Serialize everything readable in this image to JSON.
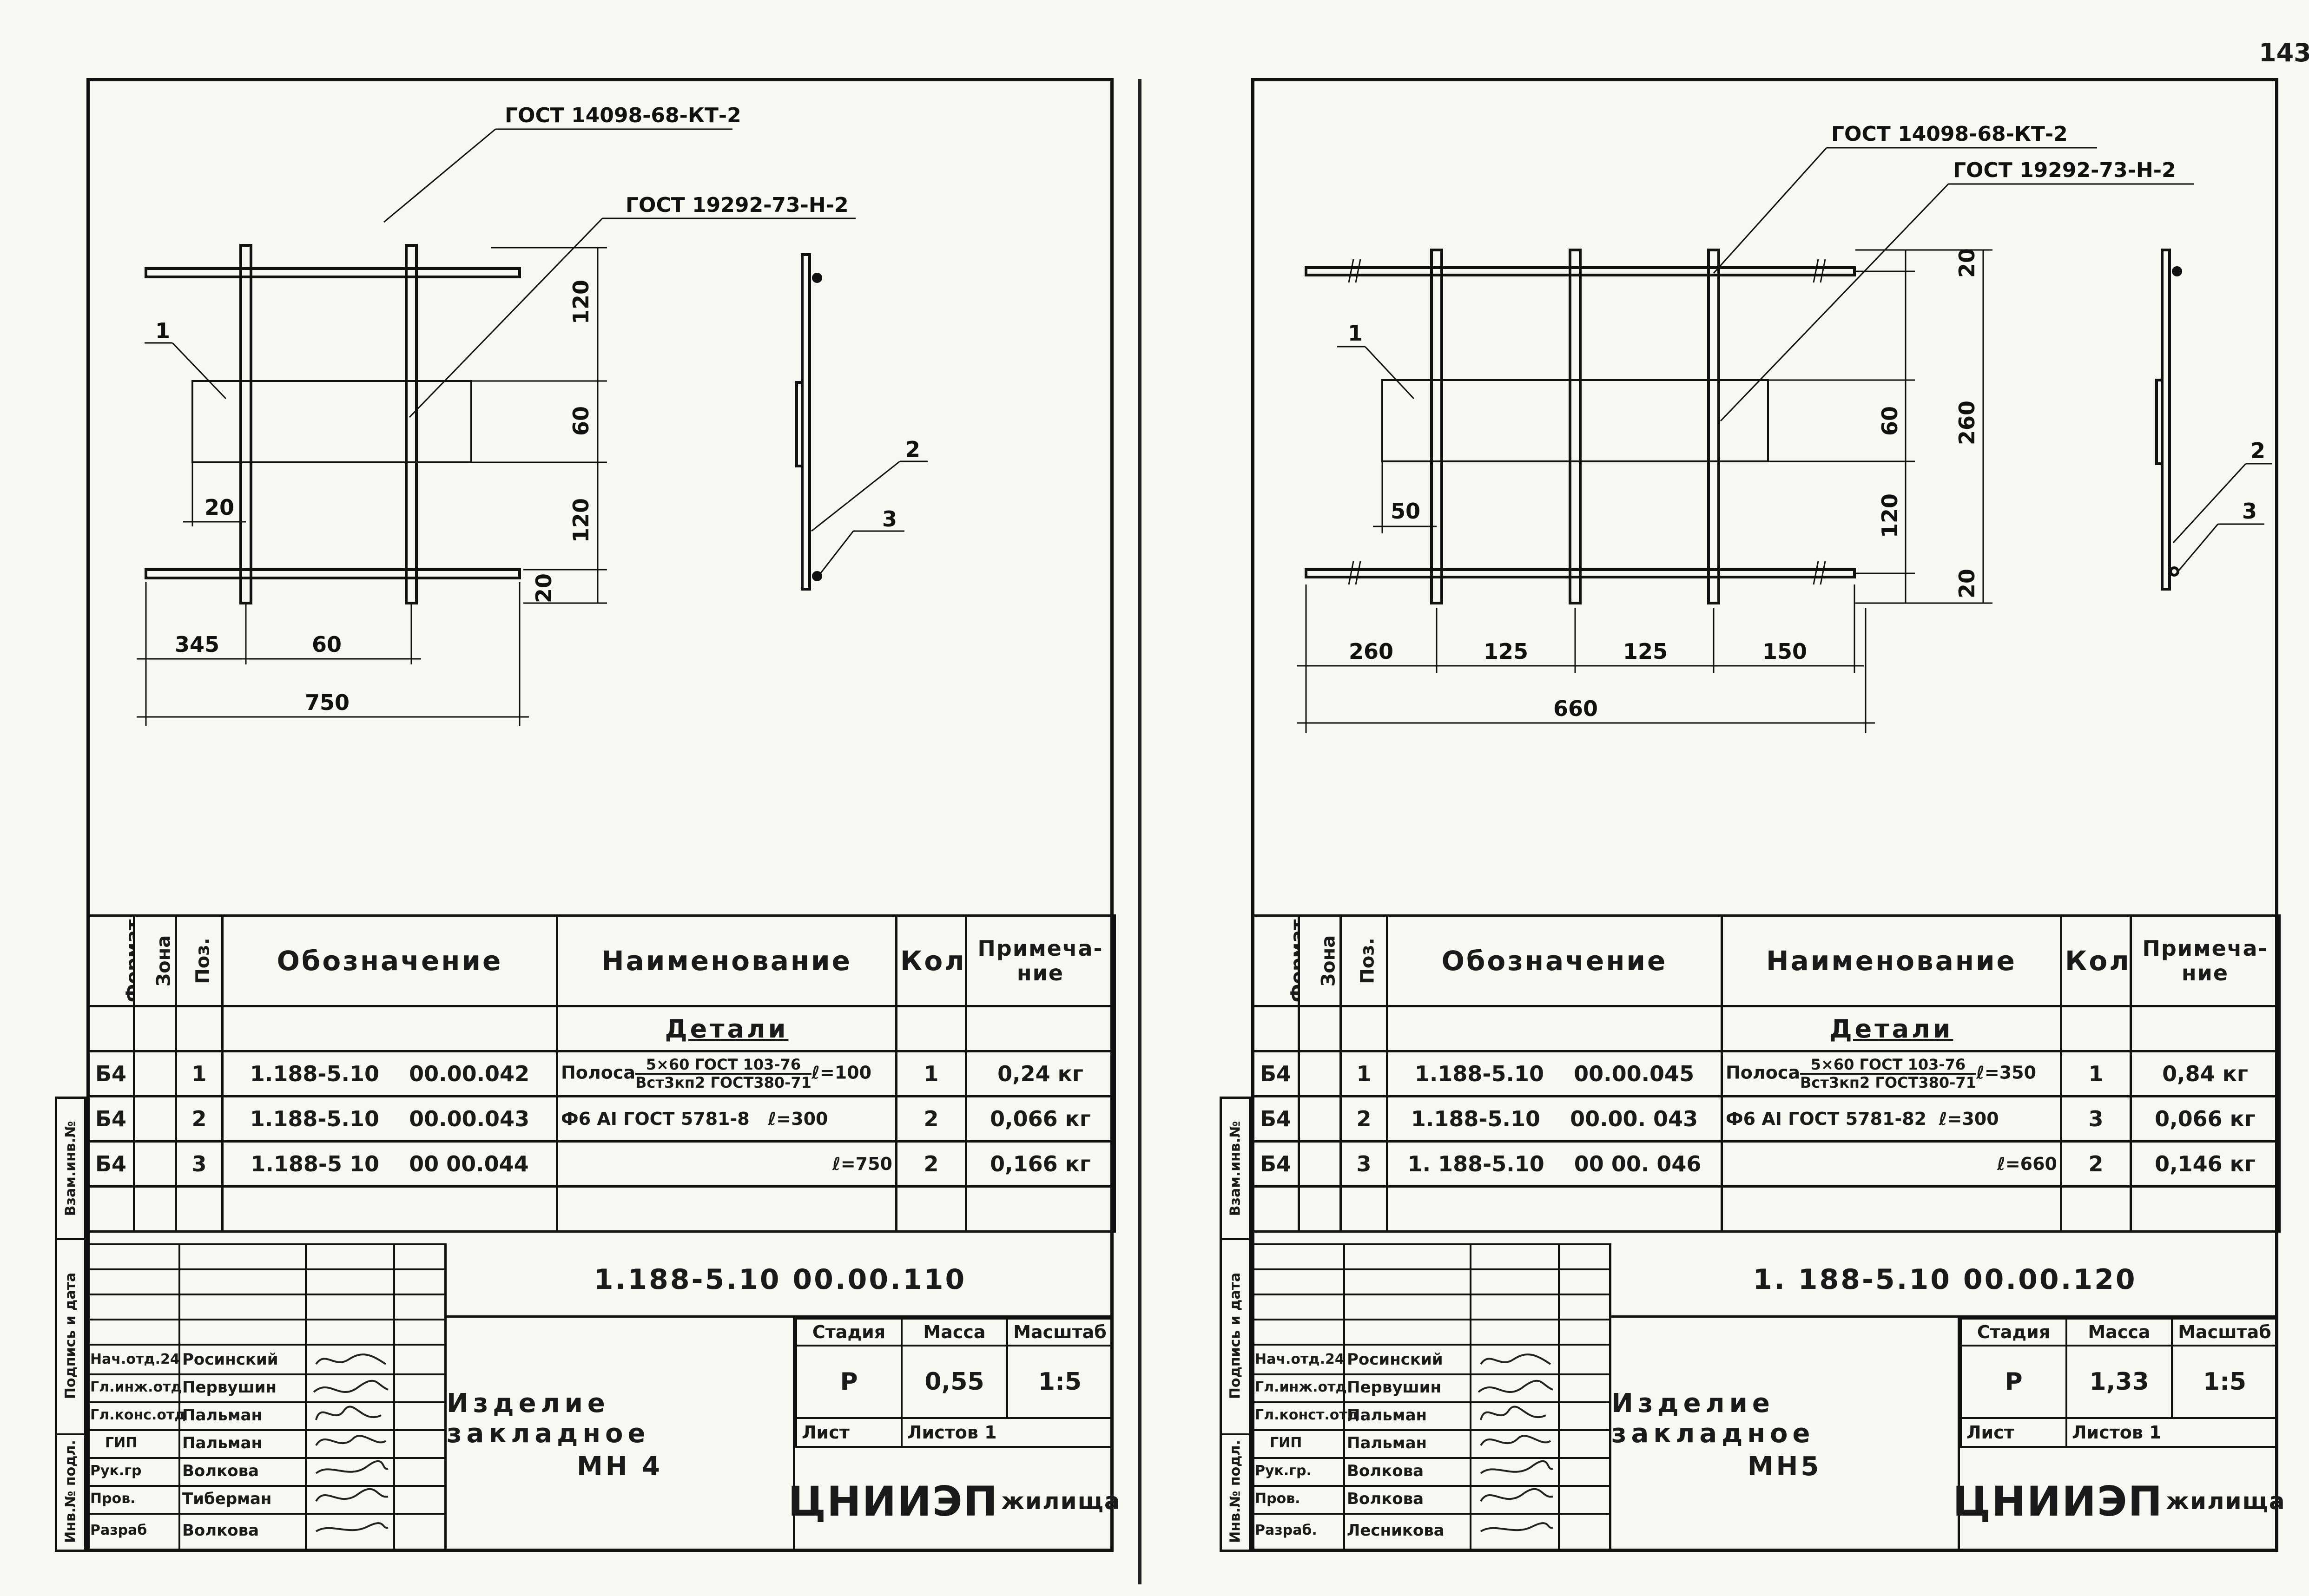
{
  "page_number": "143",
  "sheets": [
    {
      "id": "left",
      "leaders": [
        "ГОСТ 14098-68-КТ-2",
        "ГОСТ 19292-73-Н-2"
      ],
      "positions": [
        "1",
        "2",
        "3"
      ],
      "dims": {
        "v_top": "120",
        "v_mid": "60",
        "v_bot": "120",
        "v_end": "20",
        "inner": "20",
        "h1": "345",
        "h2": "60",
        "total": "750"
      },
      "spec_header": {
        "format": "Формат",
        "zone": "Зона",
        "pos": "Поз.",
        "designation": "Обозначение",
        "name": "Наименование",
        "qty": "Кол.",
        "note": "Примеча-ние"
      },
      "group_label": "Детали",
      "rows": [
        {
          "format": "Б4",
          "pos": "1",
          "code": "1.188-5.10",
          "code2": "00.00.042",
          "name_prefix": "Полоса",
          "frac_top": "5×60 ГОСТ 103-76",
          "frac_bot": "Вст3кп2 ГОСТ380-71",
          "name_suffix": "ℓ=100",
          "qty": "1",
          "note": "0,24 кг"
        },
        {
          "format": "Б4",
          "pos": "2",
          "code": "1.188-5.10",
          "code2": "00.00.043",
          "name_prefix": "Ф6 АI ГОСТ 5781-8",
          "frac_top": "",
          "frac_bot": "",
          "name_suffix": "ℓ=300",
          "qty": "2",
          "note": "0,066 кг"
        },
        {
          "format": "Б4",
          "pos": "3",
          "code": "1.188-5 10",
          "code2": "00 00.044",
          "name_prefix": "",
          "frac_top": "",
          "frac_bot": "",
          "name_suffix": "ℓ=750",
          "qty": "2",
          "note": "0,166 кг"
        }
      ],
      "doc_code": "1.188-5.10    00.00.110",
      "title_l1": "Изделие закладное",
      "title_l2": "МН 4",
      "stage_header": [
        "Стадия",
        "Масса",
        "Масштаб"
      ],
      "stage_values": [
        "Р",
        "0,55",
        "1:5"
      ],
      "sheet_label": "Лист",
      "sheets_label": "Листов 1",
      "org_big": "ЦНИИЭП",
      "org_small": "жилища",
      "signers": [
        {
          "role": "Нач.отд.24",
          "name": "Росинский"
        },
        {
          "role": "Гл.инж.отд",
          "name": "Первушин"
        },
        {
          "role": "Гл.конс.отд",
          "name": "Пальман"
        },
        {
          "role": "ГИП",
          "name": "Пальман"
        },
        {
          "role": "Рук.гр",
          "name": "Волкова"
        },
        {
          "role": "Пров.",
          "name": "Тиберман"
        },
        {
          "role": "Разраб",
          "name": "Волкова"
        }
      ],
      "side_labels": [
        "Инв.№ подл.",
        "Подпись и дата",
        "Взам.инв.№"
      ]
    },
    {
      "id": "right",
      "leaders": [
        "ГОСТ 14098-68-КТ-2",
        "ГОСТ 19292-73-Н-2"
      ],
      "positions": [
        "1",
        "2",
        "3"
      ],
      "dims": {
        "v_top": "20",
        "v_mid": "60",
        "v_bot": "120",
        "v_end": "20",
        "v_total": "260",
        "inner": "50",
        "h1": "260",
        "h2": "125",
        "h3": "125",
        "h4": "150",
        "total": "660"
      },
      "spec_header": {
        "format": "Формат",
        "zone": "Зона",
        "pos": "Поз.",
        "designation": "Обозначение",
        "name": "Наименование",
        "qty": "Кол.",
        "note": "Примеча-ние"
      },
      "group_label": "Детали",
      "rows": [
        {
          "format": "Б4",
          "pos": "1",
          "code": "1.188-5.10",
          "code2": "00.00.045",
          "name_prefix": "Полоса",
          "frac_top": "5×60 ГОСТ 103-76",
          "frac_bot": "Вст3кп2 ГОСТ380-71",
          "name_suffix": "ℓ=350",
          "qty": "1",
          "note": "0,84 кг"
        },
        {
          "format": "Б4",
          "pos": "2",
          "code": "1.188-5.10",
          "code2": "00.00. 043",
          "name_prefix": "Ф6 АI ГОСТ 5781-82",
          "frac_top": "",
          "frac_bot": "",
          "name_suffix": "ℓ=300",
          "qty": "3",
          "note": "0,066 кг"
        },
        {
          "format": "Б4",
          "pos": "3",
          "code": "1. 188-5.10",
          "code2": "00 00. 046",
          "name_prefix": "",
          "frac_top": "",
          "frac_bot": "",
          "name_suffix": "ℓ=660",
          "qty": "2",
          "note": "0,146 кг"
        }
      ],
      "doc_code": "1. 188-5.10    00.00.120",
      "title_l1": "Изделие закладное",
      "title_l2": "МН5",
      "stage_header": [
        "Стадия",
        "Масса",
        "Масштаб"
      ],
      "stage_values": [
        "Р",
        "1,33",
        "1:5"
      ],
      "sheet_label": "Лист",
      "sheets_label": "Листов 1",
      "org_big": "ЦНИИЭП",
      "org_small": "жилища",
      "signers": [
        {
          "role": "Нач.отд.24",
          "name": "Росинский"
        },
        {
          "role": "Гл.инж.отд",
          "name": "Первушин"
        },
        {
          "role": "Гл.конст.отд",
          "name": "Пальман"
        },
        {
          "role": "ГИП",
          "name": "Пальман"
        },
        {
          "role": "Рук.гр.",
          "name": "Волкова"
        },
        {
          "role": "Пров.",
          "name": "Волкова"
        },
        {
          "role": "Разраб.",
          "name": "Лесникова"
        }
      ],
      "side_labels": [
        "Инв.№ подл.",
        "Подпись и дата",
        "Взам.инв.№"
      ]
    }
  ]
}
